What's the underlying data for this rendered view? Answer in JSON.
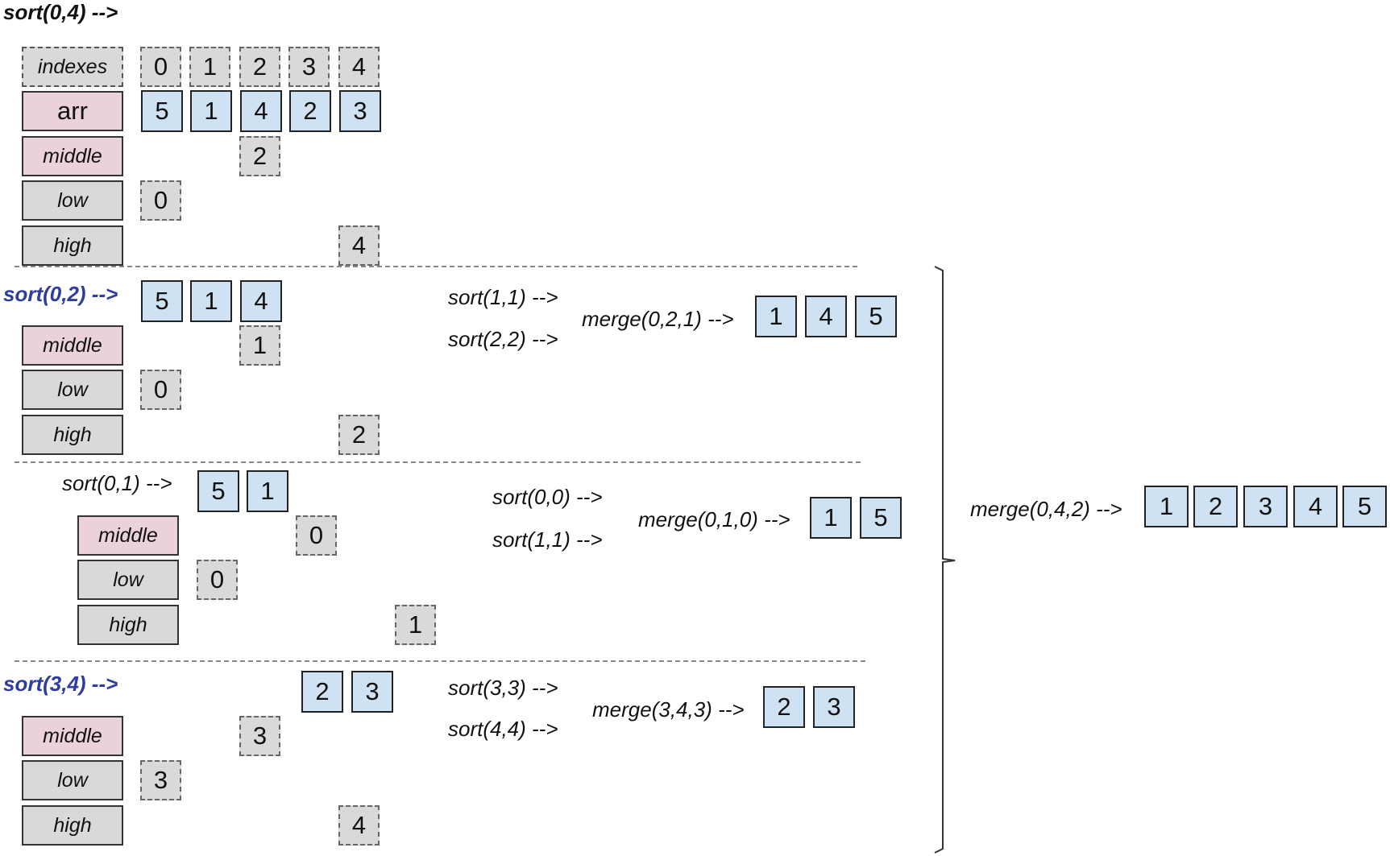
{
  "top": {
    "header": "sort(0,4) -->",
    "labels": {
      "indexes": "indexes",
      "arr": "arr",
      "middle": "middle",
      "low": "low",
      "high": "high"
    },
    "indexes": [
      "0",
      "1",
      "2",
      "3",
      "4"
    ],
    "arr": [
      "5",
      "1",
      "4",
      "2",
      "3"
    ],
    "middle": "2",
    "low": "0",
    "high": "4"
  },
  "s02": {
    "header": "sort(0,2) -->",
    "arr": [
      "5",
      "1",
      "4"
    ],
    "labels": {
      "middle": "middle",
      "low": "low",
      "high": "high"
    },
    "middle": "1",
    "low": "0",
    "high": "2",
    "calls": [
      "sort(1,1) -->",
      "sort(2,2) -->"
    ],
    "merge": "merge(0,2,1) -->",
    "result": [
      "1",
      "4",
      "5"
    ]
  },
  "s01": {
    "header": "sort(0,1) -->",
    "arr": [
      "5",
      "1"
    ],
    "labels": {
      "middle": "middle",
      "low": "low",
      "high": "high"
    },
    "middle": "0",
    "low": "0",
    "high": "1",
    "calls": [
      "sort(0,0) -->",
      "sort(1,1) -->"
    ],
    "merge": "merge(0,1,0) -->",
    "result": [
      "1",
      "5"
    ]
  },
  "s34": {
    "header": "sort(3,4) -->",
    "arr": [
      "2",
      "3"
    ],
    "labels": {
      "middle": "middle",
      "low": "low",
      "high": "high"
    },
    "middle": "3",
    "low": "3",
    "high": "4",
    "calls": [
      "sort(3,3) -->",
      "sort(4,4) -->"
    ],
    "merge": "merge(3,4,3) -->",
    "result": [
      "2",
      "3"
    ]
  },
  "final": {
    "merge": "merge(0,4,2) -->",
    "result": [
      "1",
      "2",
      "3",
      "4",
      "5"
    ]
  },
  "colors": {
    "value_cell": "#cfe2f3",
    "index_cell": "#d9d9d9",
    "array_label": "#ead1dc",
    "blue_header": "#2f3e9e"
  }
}
